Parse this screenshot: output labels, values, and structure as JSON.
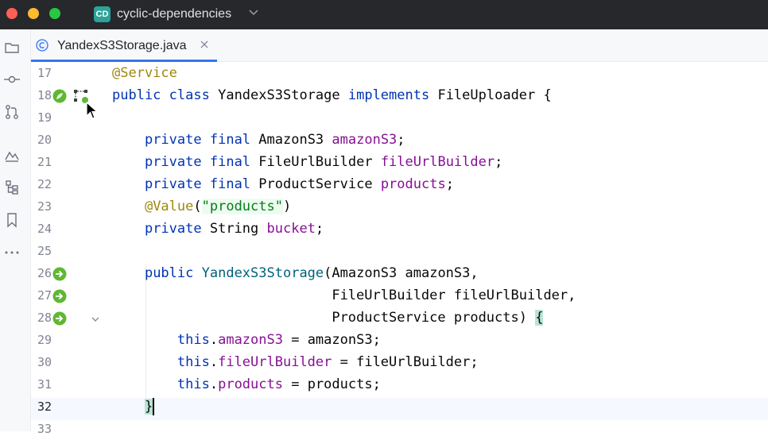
{
  "window": {
    "project_badge": "CD",
    "project_name": "cyclic-dependencies"
  },
  "tabs": [
    {
      "label": "YandexS3Storage.java",
      "active": true
    }
  ],
  "editor": {
    "current_line": 32,
    "lines": [
      {
        "n": "17",
        "text": "@Service"
      },
      {
        "n": "18",
        "text": "public class YandexS3Storage implements FileUploader {"
      },
      {
        "n": "19",
        "text": ""
      },
      {
        "n": "20",
        "text": "    private final AmazonS3 amazonS3;"
      },
      {
        "n": "21",
        "text": "    private final FileUrlBuilder fileUrlBuilder;"
      },
      {
        "n": "22",
        "text": "    private final ProductService products;"
      },
      {
        "n": "23",
        "text": "    @Value(\"products\")"
      },
      {
        "n": "24",
        "text": "    private String bucket;"
      },
      {
        "n": "25",
        "text": ""
      },
      {
        "n": "26",
        "text": "    public YandexS3Storage(AmazonS3 amazonS3,"
      },
      {
        "n": "27",
        "text": "                           FileUrlBuilder fileUrlBuilder,"
      },
      {
        "n": "28",
        "text": "                           ProductService products) {"
      },
      {
        "n": "29",
        "text": "        this.amazonS3 = amazonS3;"
      },
      {
        "n": "30",
        "text": "        this.fileUrlBuilder = fileUrlBuilder;"
      },
      {
        "n": "31",
        "text": "        this.products = products;"
      },
      {
        "n": "32",
        "text": "    }"
      },
      {
        "n": "33",
        "text": ""
      }
    ]
  },
  "icons": {
    "toolstrip": [
      "folder-icon",
      "commit-icon",
      "pull-requests-icon",
      "structure-services-icon",
      "hierarchy-icon",
      "bookmark-icon",
      "more-icon"
    ],
    "gutter": [
      "spring-bean-icon",
      "dependency-diagram-icon",
      "spring-inject-icon",
      "fold-chevron-icon"
    ]
  },
  "colors": {
    "keyword": "#0033b3",
    "annotation": "#9e880d",
    "field": "#871094",
    "method": "#00627a",
    "string": "#067d17",
    "tab_accent": "#3574f0",
    "spring_green": "#5fb832",
    "title_bar": "#27282c"
  }
}
